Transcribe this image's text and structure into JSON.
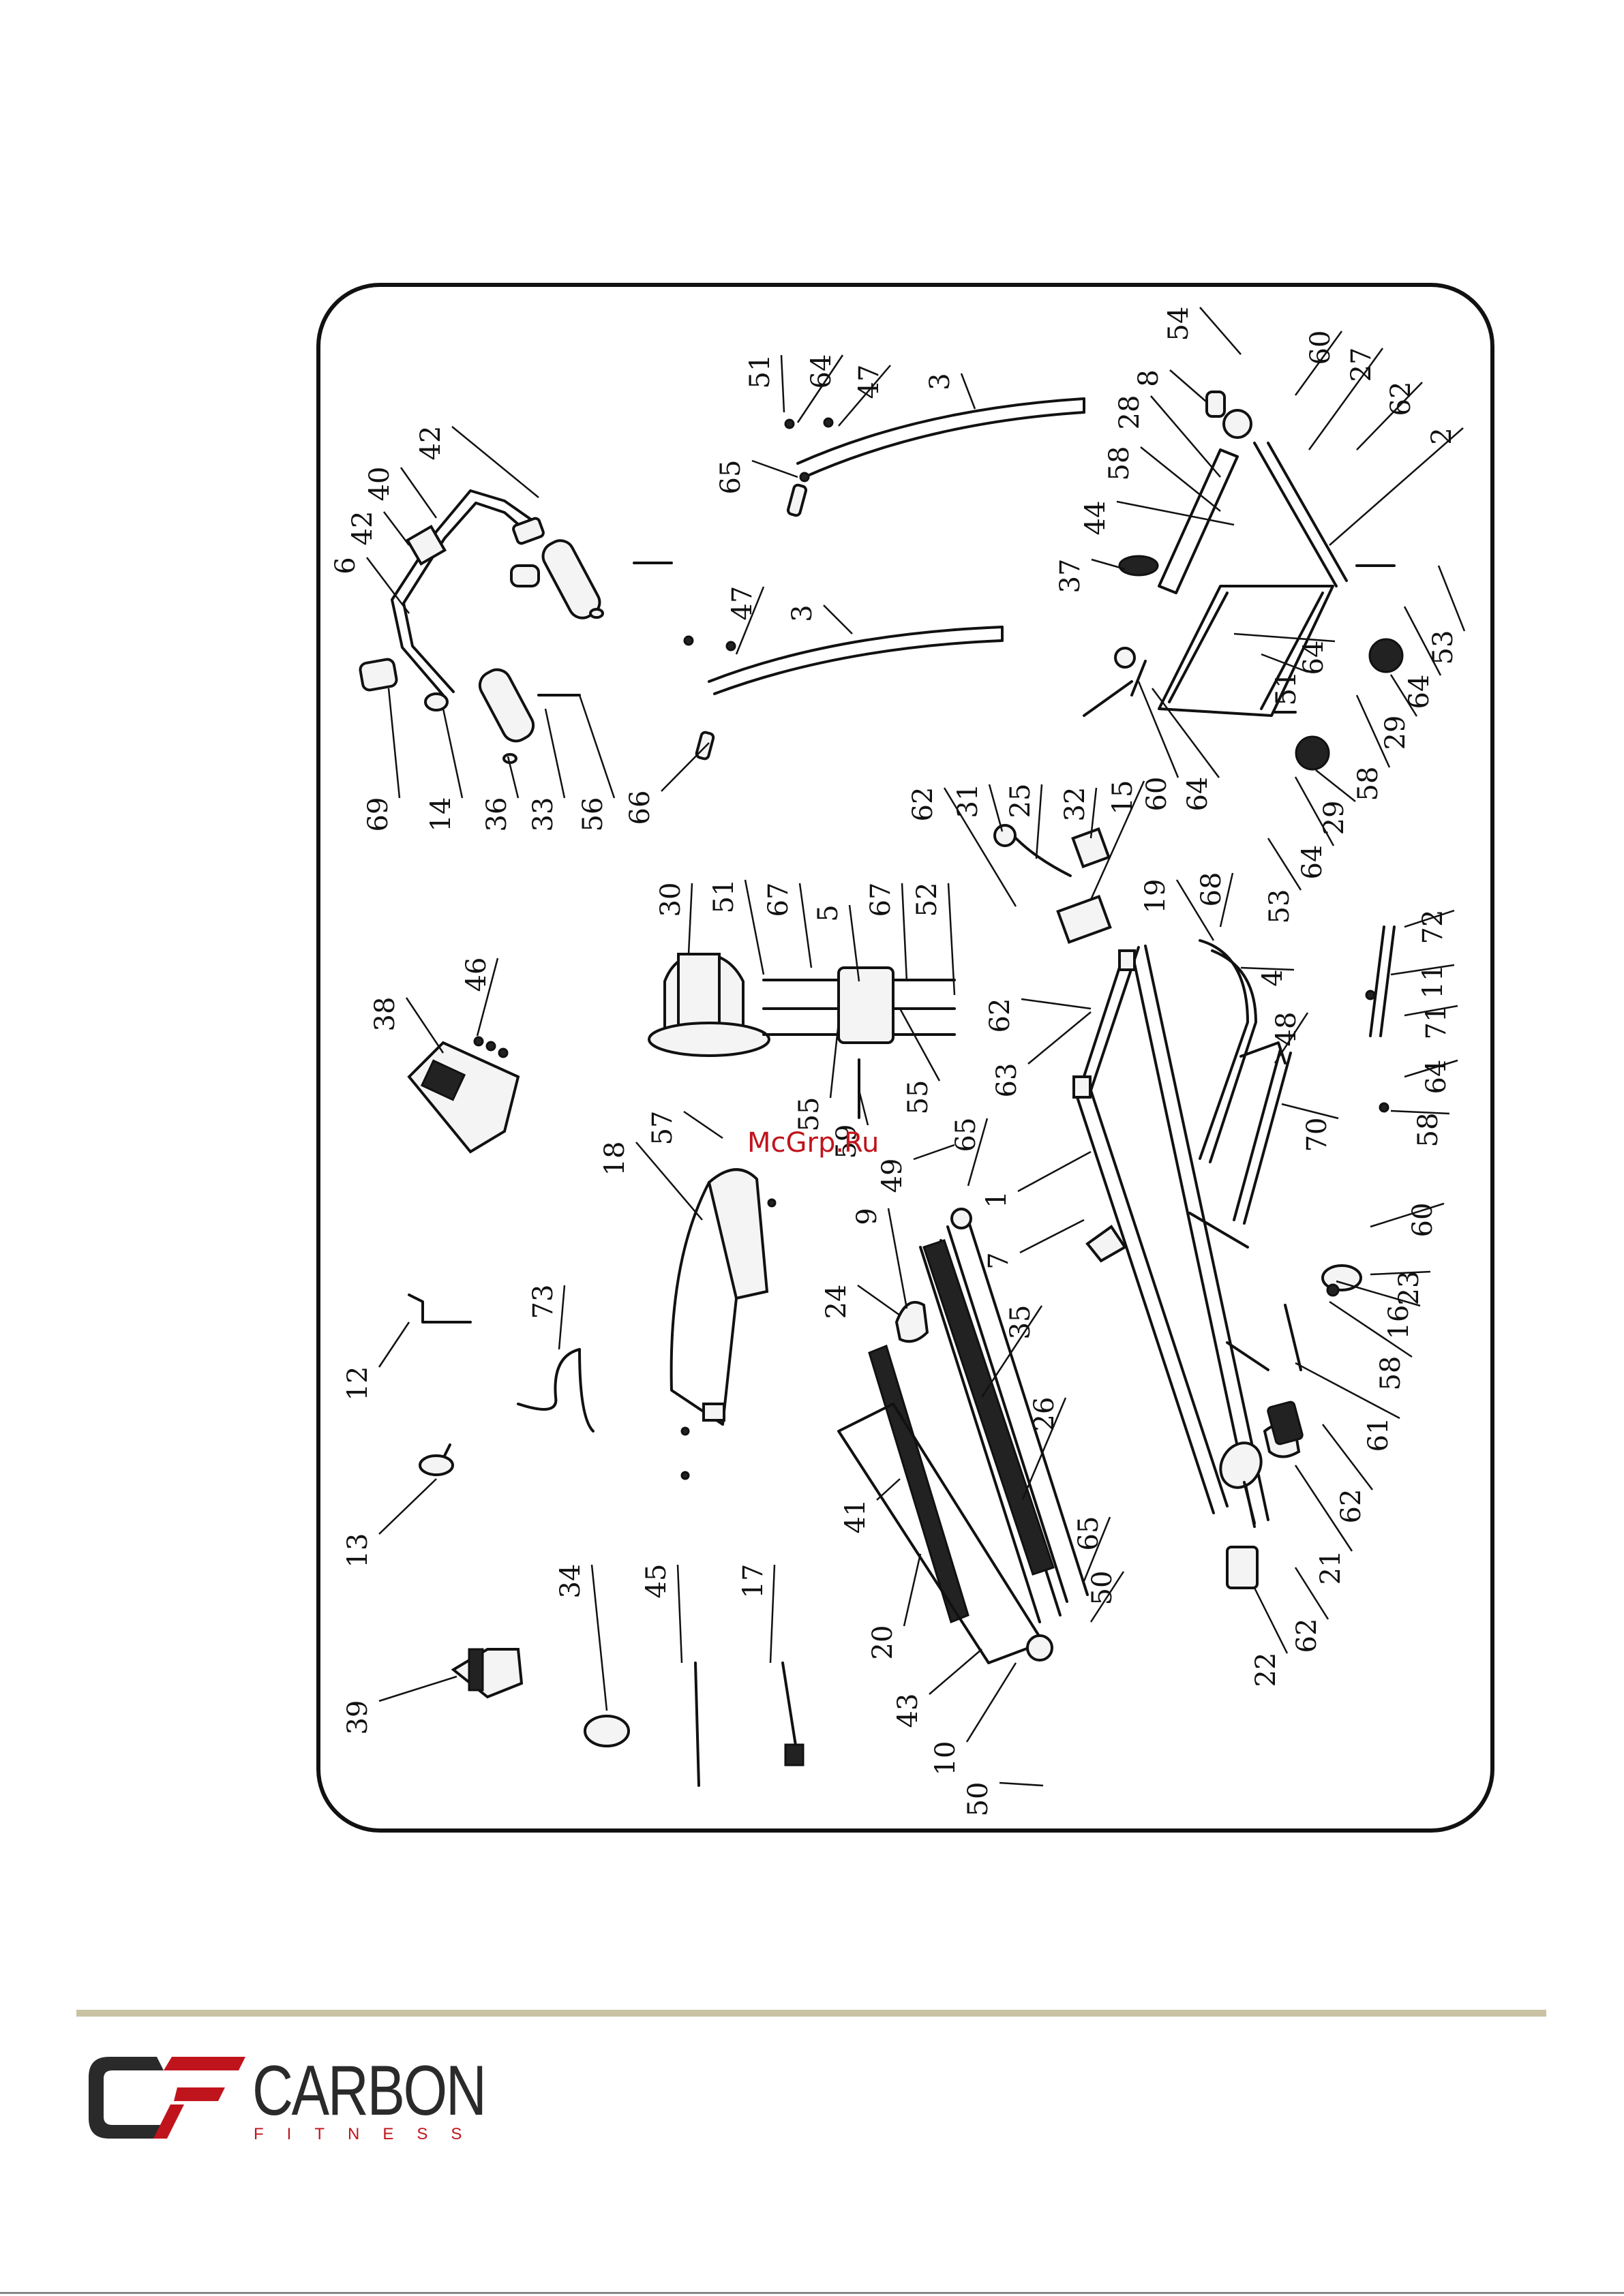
{
  "diagram": {
    "part_numbers": [
      "1",
      "2",
      "3",
      "4",
      "5",
      "6",
      "7",
      "8",
      "9",
      "10",
      "11",
      "12",
      "13",
      "14",
      "15",
      "16",
      "17",
      "18",
      "19",
      "20",
      "21",
      "22",
      "23",
      "24",
      "25",
      "26",
      "27",
      "28",
      "29",
      "30",
      "31",
      "32",
      "33",
      "34",
      "35",
      "36",
      "37",
      "38",
      "39",
      "40",
      "41",
      "42",
      "43",
      "44",
      "45",
      "46",
      "47",
      "48",
      "49",
      "50",
      "51",
      "52",
      "53",
      "54",
      "55",
      "56",
      "57",
      "58",
      "59",
      "60",
      "61",
      "62",
      "63",
      "64",
      "65",
      "66",
      "67",
      "68",
      "69",
      "70",
      "71",
      "72",
      "73"
    ]
  },
  "watermark": "McGrp.Ru",
  "brand": {
    "name": "CARBON",
    "sub": "FITNESS",
    "colors": {
      "red": "#c0141c",
      "dark": "#2a2a2a",
      "rule": "#c9c2a3"
    }
  }
}
